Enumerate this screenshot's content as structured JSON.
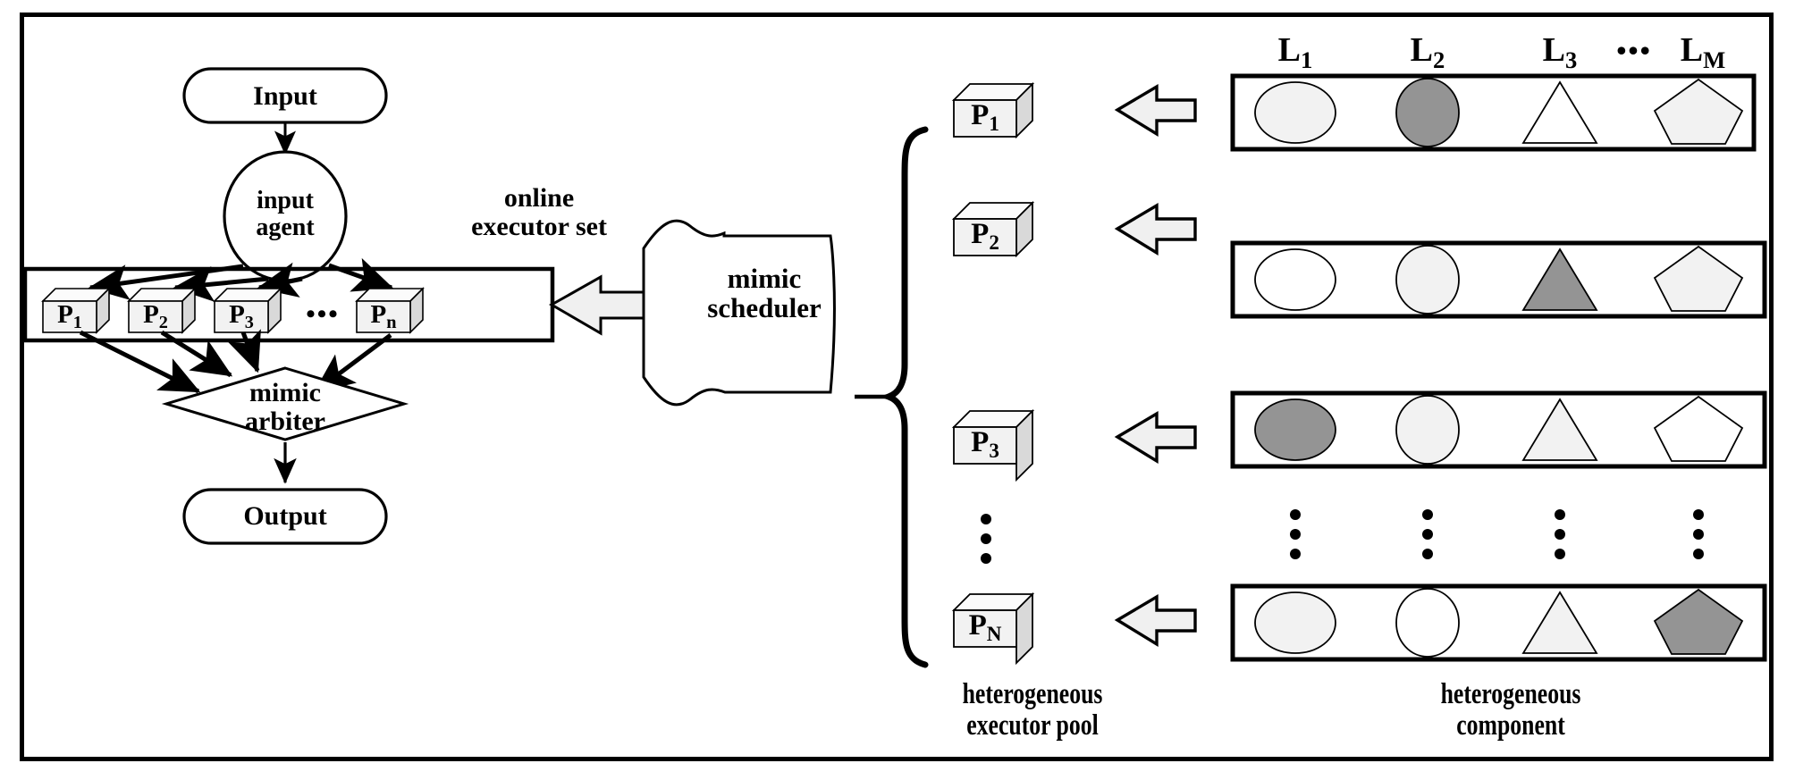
{
  "figure": {
    "title": "mimic defense architecture diagram",
    "colors": {
      "stroke": "#000000",
      "box_face": "#f2f2f2",
      "box_top": "#fbfbfb",
      "box_side": "#d9d9d9",
      "shape_light": "#f2f2f2",
      "shape_gray": "#949494",
      "shape_white": "#ffffff",
      "arrow_fill": "#f0f0f0"
    }
  },
  "left_pipeline": {
    "input_node": "Input",
    "input_agent": {
      "line1": "input",
      "line2": "agent"
    },
    "online_set_label": {
      "line1": "online",
      "line2": "executor  set"
    },
    "executors": [
      {
        "base": "P",
        "sub": "1"
      },
      {
        "base": "P",
        "sub": "2"
      },
      {
        "base": "P",
        "sub": "3"
      },
      {
        "base": "P",
        "sub": "n"
      }
    ],
    "executors_ellipsis": "•••",
    "arbiter": {
      "line1": "mimic",
      "line2": "arbiter"
    },
    "output_node": "Output"
  },
  "scheduler": {
    "line1": "mimic",
    "line2": "scheduler"
  },
  "pool": {
    "caption": {
      "line1": "heterogeneous",
      "line2": "executor pool"
    },
    "items": [
      {
        "base": "P",
        "sub": "1"
      },
      {
        "base": "P",
        "sub": "2"
      },
      {
        "base": "P",
        "sub": "3"
      },
      {
        "base": "P",
        "sub": "N"
      }
    ],
    "ellipsis": "vertical-dots"
  },
  "components": {
    "caption": {
      "line1": "heterogeneous",
      "line2": "component"
    },
    "column_headers": [
      {
        "base": "L",
        "sub": "1"
      },
      {
        "base": "L",
        "sub": "2"
      },
      {
        "base": "L",
        "sub": "3"
      },
      {
        "base": "L",
        "sub": "M"
      }
    ],
    "header_ellipsis": "•••",
    "rows": [
      {
        "executor": "P1",
        "cells": [
          {
            "shape": "ellipse",
            "fill": "#f2f2f2"
          },
          {
            "shape": "circle",
            "fill": "#949494"
          },
          {
            "shape": "triangle",
            "fill": "#ffffff"
          },
          {
            "shape": "pentagon",
            "fill": "#f2f2f2"
          }
        ]
      },
      {
        "executor": "P2",
        "cells": [
          {
            "shape": "ellipse",
            "fill": "#ffffff"
          },
          {
            "shape": "circle",
            "fill": "#f2f2f2"
          },
          {
            "shape": "triangle",
            "fill": "#949494"
          },
          {
            "shape": "pentagon",
            "fill": "#f2f2f2"
          }
        ]
      },
      {
        "executor": "P3",
        "cells": [
          {
            "shape": "ellipse",
            "fill": "#949494"
          },
          {
            "shape": "circle",
            "fill": "#f2f2f2"
          },
          {
            "shape": "triangle",
            "fill": "#f2f2f2"
          },
          {
            "shape": "pentagon",
            "fill": "#ffffff"
          }
        ]
      },
      {
        "executor": "PN",
        "cells": [
          {
            "shape": "ellipse",
            "fill": "#f2f2f2"
          },
          {
            "shape": "circle",
            "fill": "#ffffff"
          },
          {
            "shape": "triangle",
            "fill": "#f2f2f2"
          },
          {
            "shape": "pentagon",
            "fill": "#949494"
          }
        ]
      }
    ],
    "row_ellipsis": "vertical-dots"
  }
}
